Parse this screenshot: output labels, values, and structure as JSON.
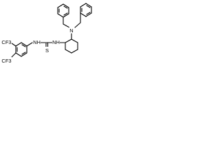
{
  "structure": {
    "atoms": {
      "n_amine": "N",
      "cf3_top": "CF3",
      "cf3_bottom": "CF3",
      "nh_aryl": "NH",
      "nh_cyclo": "NH",
      "s_thio": "S"
    }
  }
}
